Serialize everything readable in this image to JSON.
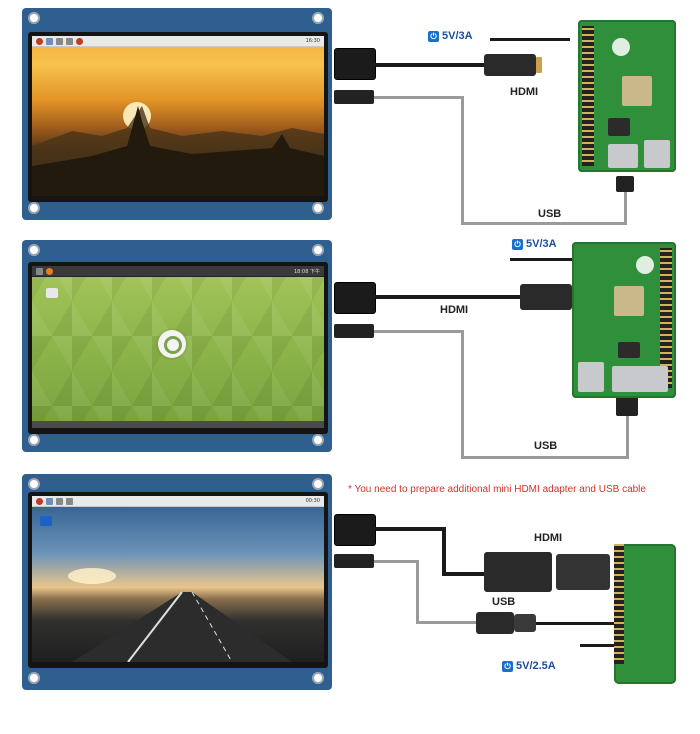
{
  "panel1": {
    "screen_time": "16:30",
    "labels": {
      "power": "5V/3A",
      "hdmi": "HDMI",
      "usb": "USB"
    }
  },
  "panel2": {
    "screen_time": "18:08 下午",
    "labels": {
      "power": "5V/3A",
      "hdmi": "HDMI",
      "usb": "USB"
    }
  },
  "panel3": {
    "screen_time": "00:30",
    "note": "* You need to prepare additional mini HDMI adapter and USB cable",
    "labels": {
      "hdmi": "HDMI",
      "usb": "USB",
      "power": "5V/2.5A"
    }
  },
  "icons": {
    "power": "power-icon",
    "desktop": "folder-icon",
    "ubuntu": "ubuntu-mate-logo-icon",
    "raspberry": "raspberry-pi-logo-icon"
  },
  "colors": {
    "display_pcb": "#2f5f8e",
    "rpi_pcb": "#2f8f3a",
    "power_blue": "#1a6fc9",
    "note_red": "#d4312b",
    "usb_cable": "#9a9a9a",
    "hdmi_cable": "#1a1a1a"
  }
}
